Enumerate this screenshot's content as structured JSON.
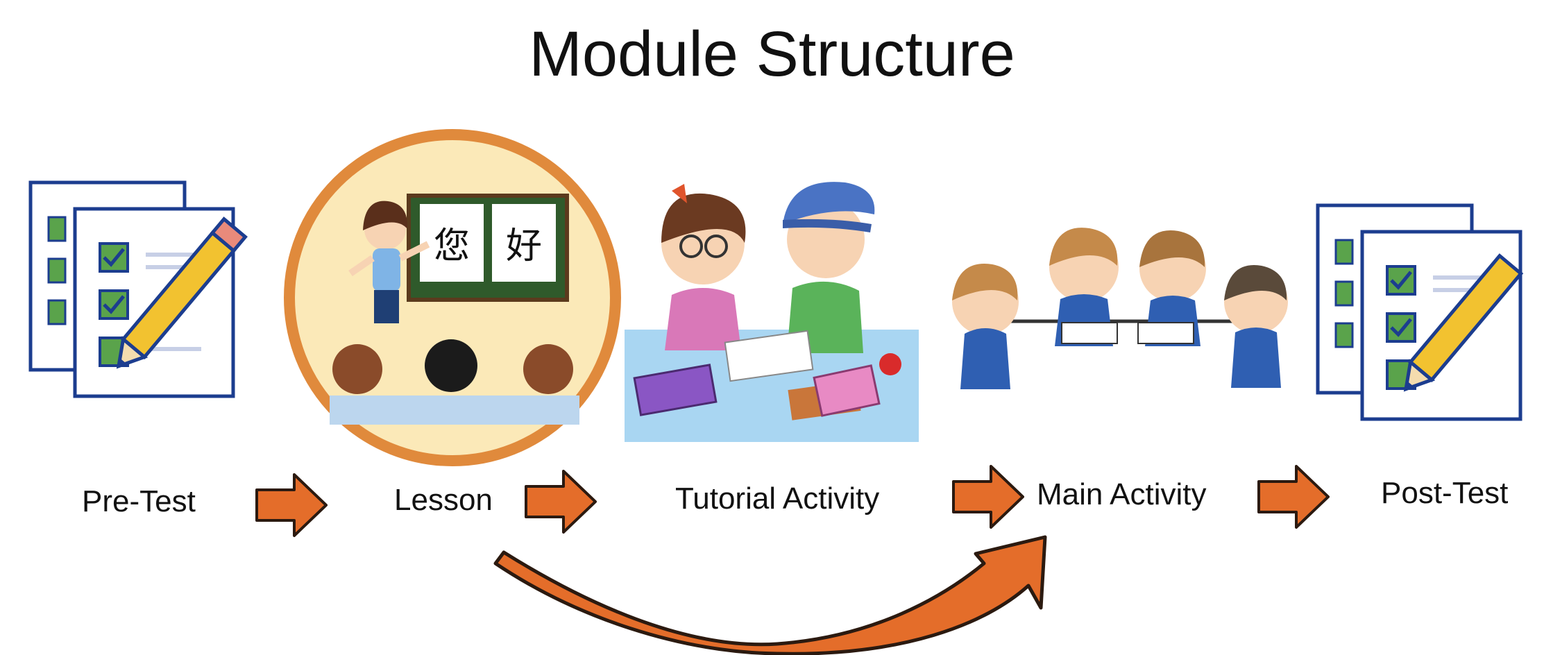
{
  "title": "Module Structure",
  "steps": [
    {
      "label": "Pre-Test",
      "icon": "checklist-pencil-icon"
    },
    {
      "label": "Lesson",
      "icon": "classroom-teacher-icon"
    },
    {
      "label": "Tutorial Activity",
      "icon": "students-studying-icon"
    },
    {
      "label": "Main Activity",
      "icon": "group-discussion-icon"
    },
    {
      "label": "Post-Test",
      "icon": "checklist-pencil-icon"
    }
  ],
  "blackboard": {
    "char1": "您",
    "char2": "好"
  },
  "colors": {
    "arrow": "#e46d2a",
    "arrow_outline": "#2b1a10",
    "circle_ring": "#e08a3c",
    "circle_fill": "#fbe9b8",
    "doc_outline": "#1c3d8f",
    "check_box": "#5aa34b",
    "pencil": "#f2c230",
    "table_blue": "#a9d6f2"
  }
}
